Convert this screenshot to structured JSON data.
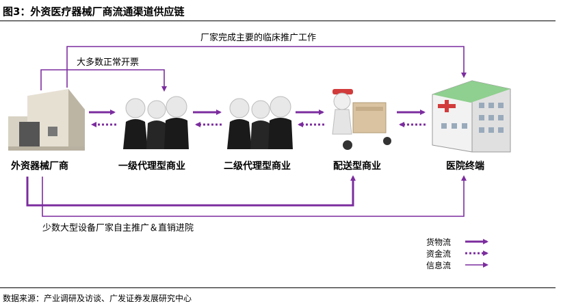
{
  "title": "图3：外资医疗器械厂商流通渠道供应链",
  "nodes": {
    "manufacturer": "外资器械厂商",
    "agent1": "一级代理型商业",
    "agent2": "二级代理型商业",
    "distributor": "配送型商业",
    "hospital": "医院终端"
  },
  "notes": {
    "top_flow": "厂家完成主要的临床推广工作",
    "most_flow": "大多数正常开票",
    "bottom_flow": "少数大型设备厂家自主推广＆直销进院"
  },
  "legend": {
    "goods": "货物流",
    "funds": "资金流",
    "info": "信息流"
  },
  "source": "数据来源：产业调研及访谈、广发证券发展研究中心",
  "colors": {
    "flow": "#7b2c9e"
  }
}
